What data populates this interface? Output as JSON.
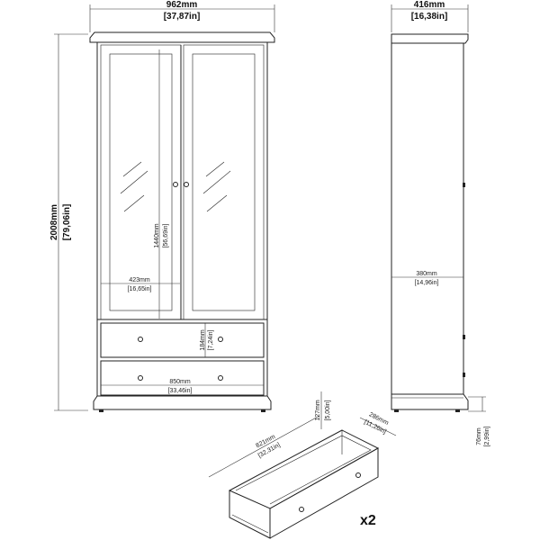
{
  "front_view": {
    "width_mm": "962mm",
    "width_in": "[37,87in]",
    "height_mm": "2008mm",
    "height_in": "[79,06in]",
    "glass_height_mm": "1440mm",
    "glass_height_in": "[56,69in]",
    "door_width_mm": "423mm",
    "door_width_in": "[16,65in]",
    "drawer_height_mm": "184mm",
    "drawer_height_in": "[7,24in]",
    "inner_width_mm": "850mm",
    "inner_width_in": "[33,46in]"
  },
  "side_view": {
    "depth_mm": "416mm",
    "depth_in": "[16,38in]",
    "inner_depth_mm": "380mm",
    "inner_depth_in": "[14,96in]",
    "plinth_mm": "76mm",
    "plinth_in": "[2,99in]"
  },
  "drawer_view": {
    "length_mm": "821mm",
    "length_in": "[32,31in]",
    "height_mm": "127mm",
    "height_in": "[5,00in]",
    "depth_mm": "286mm",
    "depth_in": "[11,26in]",
    "quantity": "x2"
  }
}
